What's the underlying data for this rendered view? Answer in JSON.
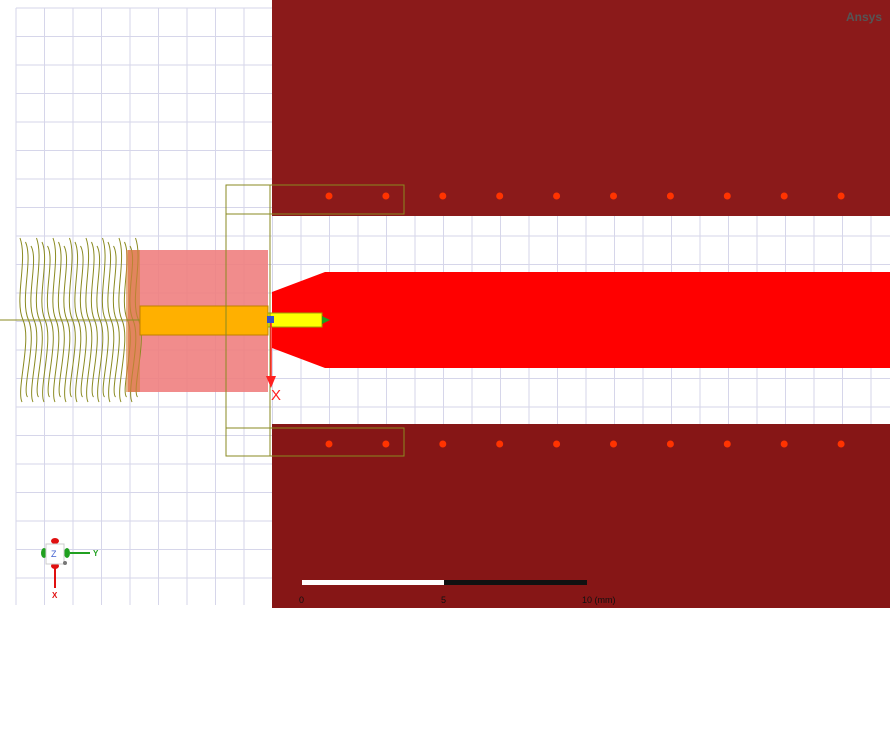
{
  "brand": "Ansys",
  "scale_bar": {
    "labels": [
      "0",
      "5",
      "10 (mm)"
    ]
  },
  "triad": {
    "z": "Z",
    "y": "Y",
    "x": "X"
  },
  "local_axis": {
    "x": "X"
  },
  "colors": {
    "board": "#8b1a1a",
    "trace": "#ff0000",
    "via": "#ff3300",
    "dielectric": "#f08080",
    "pin": "#ffb000",
    "probe": "#ffff00",
    "outline": "#8a8a20",
    "grid": "#d4d4e8"
  }
}
